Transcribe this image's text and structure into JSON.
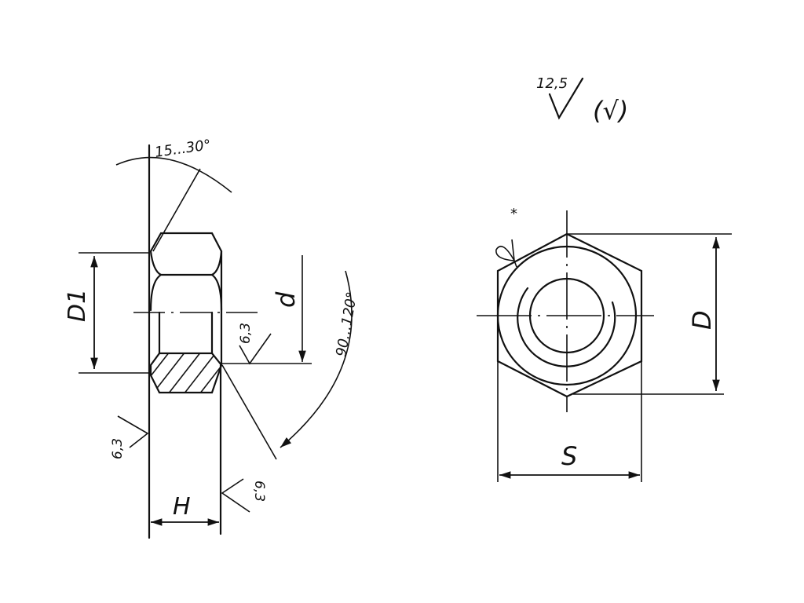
{
  "drawing": {
    "side_view": {
      "chamfer_angle": "15...30°",
      "countersink_angle": "90...120°",
      "diameter_label_D1": "D1",
      "thread_label_d": "d",
      "height_label": "H",
      "roughness_inner": "6,3",
      "roughness_left": "6,3",
      "roughness_right": "6,3"
    },
    "front_view": {
      "general_roughness": "12,5",
      "general_roughness_paren": "(√)",
      "star_mark": "*",
      "diameter_label": "D",
      "width_across_flats": "S"
    }
  }
}
